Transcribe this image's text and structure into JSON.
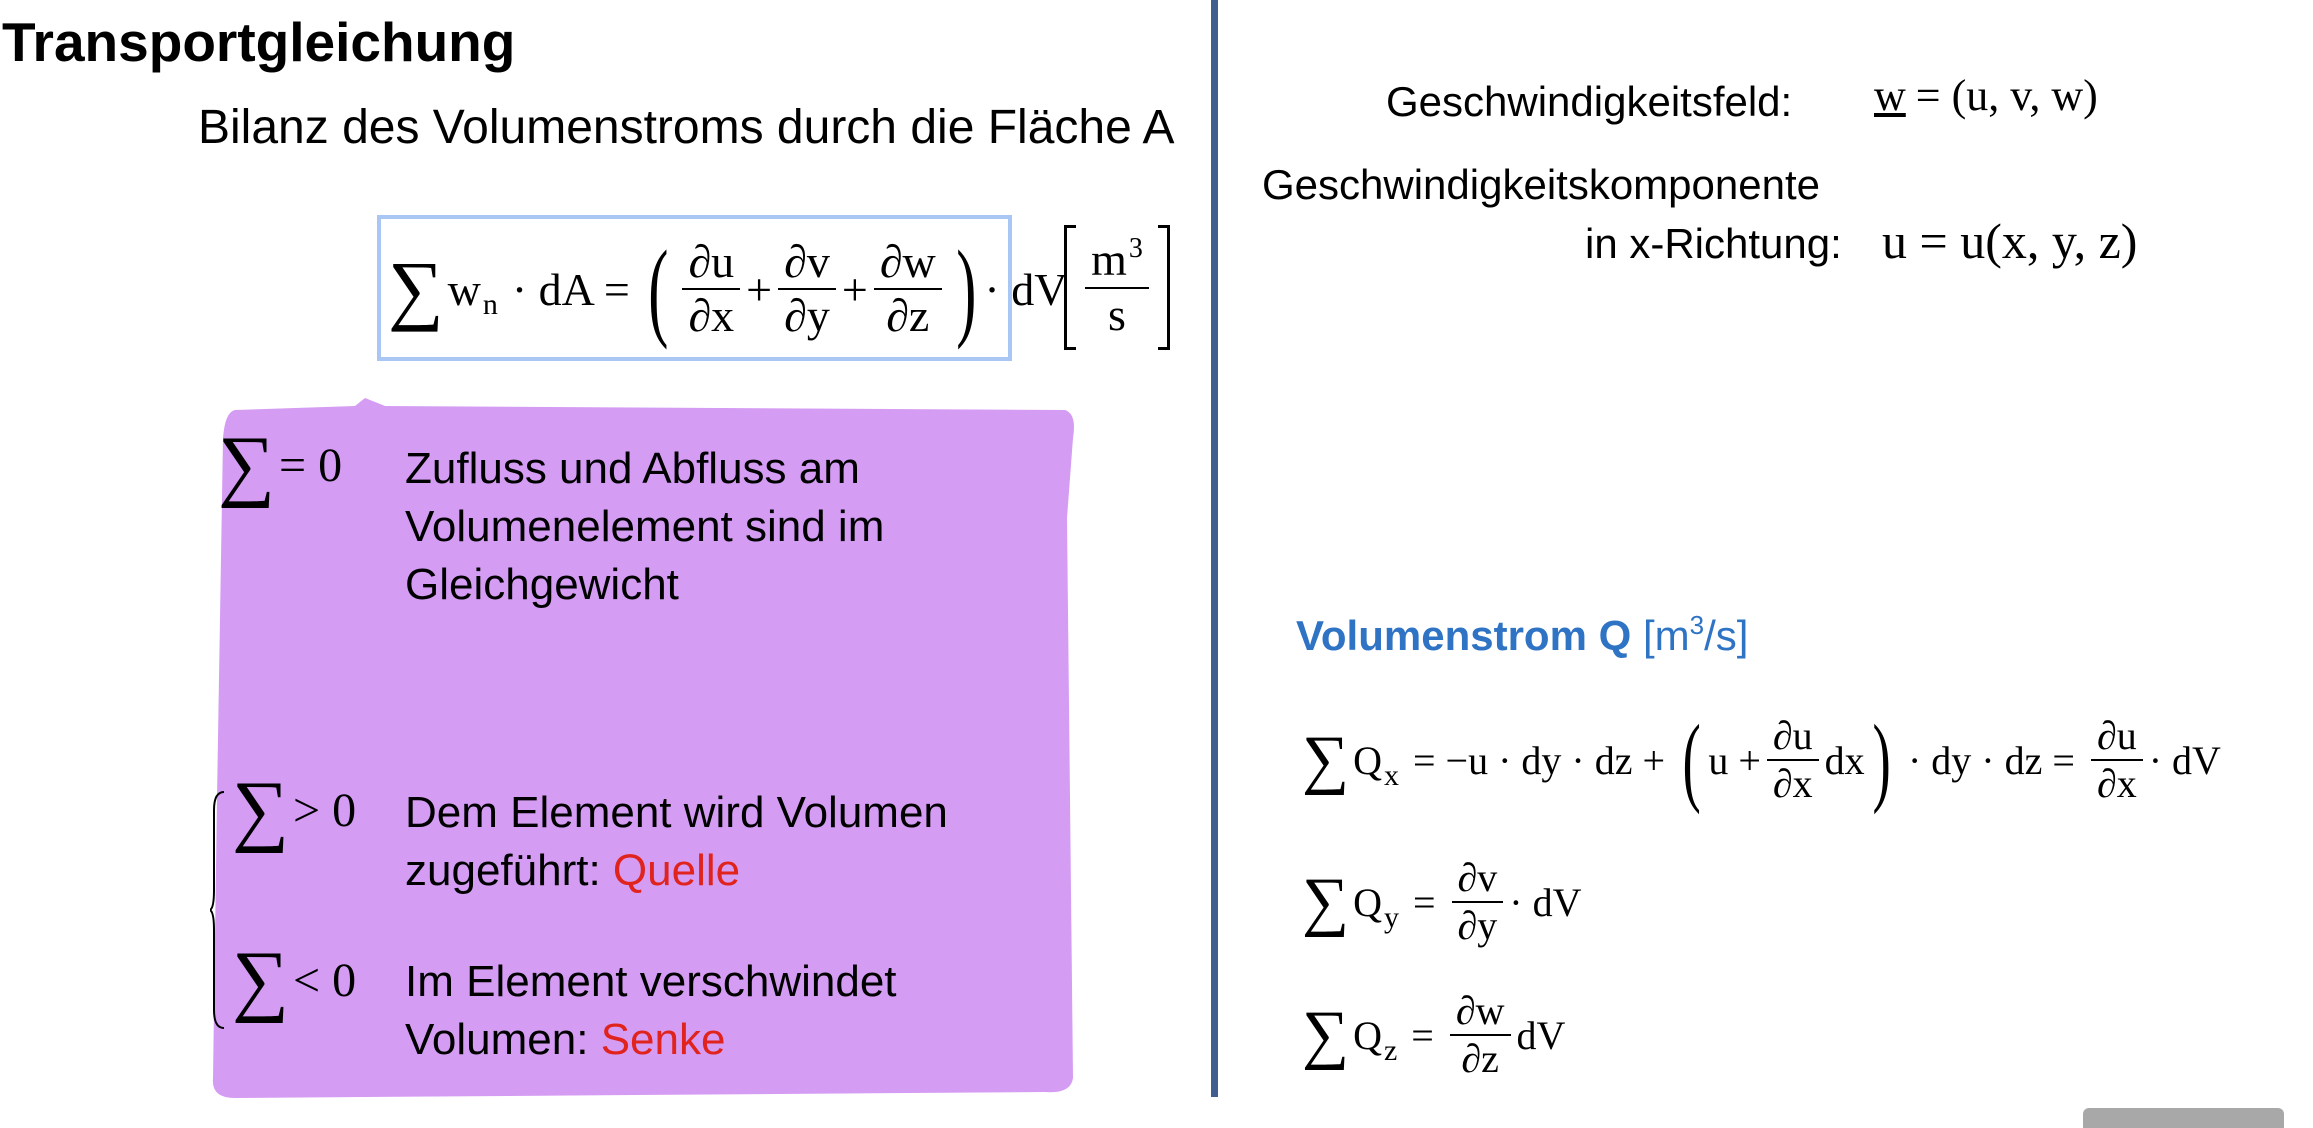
{
  "slide": {
    "title": "Transportgleichung",
    "subtitle": "Bilanz des Volumenstroms durch die Fläche A"
  },
  "main_formula": {
    "lhs_symbol": "∑",
    "lhs_var": "w",
    "lhs_sub": "n",
    "lhs_rest": "· dA =",
    "frac1_num": "∂u",
    "frac1_den": "∂x",
    "frac2_num": "∂v",
    "frac2_den": "∂y",
    "frac3_num": "∂w",
    "frac3_den": "∂z",
    "plus": "+",
    "tail": "· dV"
  },
  "unit": {
    "num": "m",
    "num_exp": "3",
    "den": "s"
  },
  "cases": {
    "equal": {
      "relation": "= 0",
      "line1": "Zufluss und Abfluss am",
      "line2": "Volumenelement sind im",
      "line3": "Gleichgewicht"
    },
    "greater": {
      "relation": "> 0",
      "line1": "Dem Element wird Volumen",
      "line2_prefix": "zugeführt: ",
      "line2_red": "Quelle"
    },
    "less": {
      "relation": "< 0",
      "line1": "Im Element verschwindet",
      "line2_prefix": "Volumen: ",
      "line2_red": "Senke"
    }
  },
  "right": {
    "field_label": "Geschwindigkeitsfeld:",
    "field_vec": "w",
    "field_eq": "= (u, v, w)",
    "component_label1": "Geschwindigkeitskomponente",
    "component_label2": "in x-Richtung:",
    "component_eq": "u = u(x, y, z)",
    "vol_title": "Volumenstrom Q",
    "vol_unit_pre": "[m",
    "vol_unit_exp": "3",
    "vol_unit_post": "/s]"
  },
  "flux_x": {
    "var": "Q",
    "sub": "x",
    "part1": "= −u · dy · dz +",
    "inner_u": "u +",
    "frac_num": "∂u",
    "frac_den": "∂x",
    "inner_dx": "dx",
    "part2": "· dy · dz =",
    "frac2_num": "∂u",
    "frac2_den": "∂x",
    "tail": "· dV"
  },
  "flux_y": {
    "var": "Q",
    "sub": "y",
    "eq": "=",
    "frac_num": "∂v",
    "frac_den": "∂y",
    "tail": "· dV"
  },
  "flux_z": {
    "var": "Q",
    "sub": "z",
    "eq": "=",
    "frac_num": "∂w",
    "frac_den": "∂z",
    "tail": "dV"
  },
  "colors": {
    "highlight": "#d59cf3",
    "divider": "#3f5d8f",
    "formula_border": "#a9c6f5",
    "red": "#e0231c",
    "blue": "#2e73c4"
  }
}
